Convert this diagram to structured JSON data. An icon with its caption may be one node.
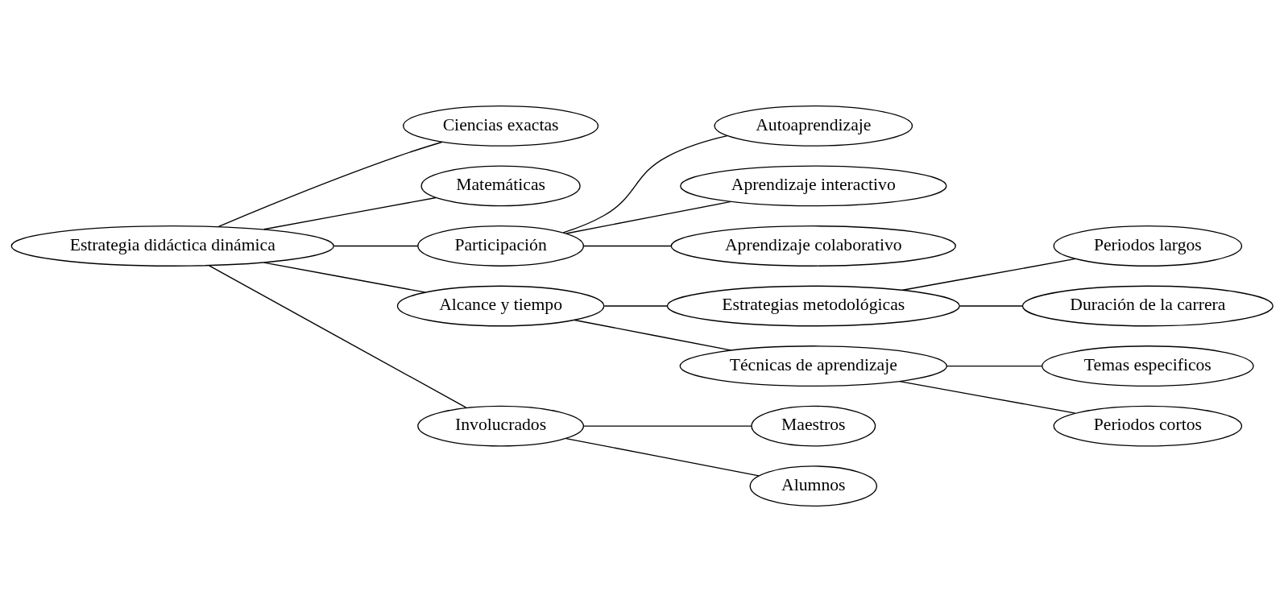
{
  "diagram": {
    "nodes": [
      {
        "text": [
          "Estrategia didáctica dinámica"
        ]
      },
      {
        "text": [
          "Ciencias exactas"
        ]
      },
      {
        "text": [
          "Matemáticas"
        ]
      },
      {
        "text": [
          "Participación"
        ]
      },
      {
        "text": [
          "Autoaprendizaje"
        ]
      },
      {
        "text": [
          "Aprendizaje interactivo"
        ]
      },
      {
        "text": [
          "Aprendizaje colaborativo"
        ]
      },
      {
        "text": [
          "Alcance y tiempo"
        ]
      },
      {
        "text": [
          "Estrategias metodológicas"
        ]
      },
      {
        "text": [
          "Periodos largos"
        ]
      },
      {
        "text": [
          "Duración de la carrera"
        ]
      },
      {
        "text": [
          "Técnicas de aprendizaje"
        ]
      },
      {
        "text": [
          "Temas especificos"
        ]
      },
      {
        "text": [
          "Periodos cortos"
        ]
      },
      {
        "text": [
          "Involucrados"
        ]
      },
      {
        "text": [
          "Maestros"
        ]
      },
      {
        "text": [
          "Alumnos"
        ]
      }
    ],
    "edges": [
      {
        "from": 0,
        "to": 1,
        "arrow": "none"
      },
      {
        "from": 0,
        "to": 2,
        "arrow": "none"
      },
      {
        "from": 0,
        "to": 3,
        "arrow": "none"
      },
      {
        "from": 0,
        "to": 7,
        "arrow": "none"
      },
      {
        "from": 0,
        "to": 14,
        "arrow": "none"
      },
      {
        "from": 3,
        "to": 4,
        "arrow": "none"
      },
      {
        "from": 3,
        "to": 5,
        "arrow": "none"
      },
      {
        "from": 3,
        "to": 6,
        "arrow": "none"
      },
      {
        "from": 7,
        "to": 8,
        "arrow": "none"
      },
      {
        "from": 7,
        "to": 11,
        "arrow": "none"
      },
      {
        "from": 8,
        "to": 9,
        "arrow": "none"
      },
      {
        "from": 8,
        "to": 10,
        "arrow": "none"
      },
      {
        "from": 11,
        "to": 12,
        "arrow": "none"
      },
      {
        "from": 11,
        "to": 13,
        "arrow": "none"
      },
      {
        "from": 14,
        "to": 15,
        "arrow": "none"
      },
      {
        "from": 14,
        "to": 16,
        "arrow": "none"
      }
    ]
  }
}
